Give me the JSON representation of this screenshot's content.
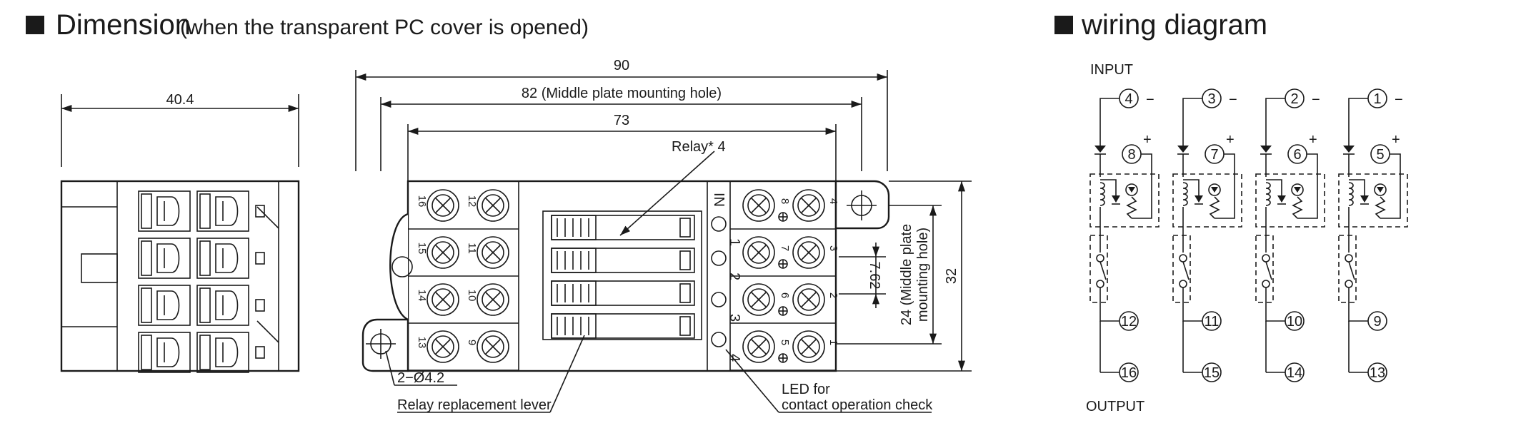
{
  "headers": {
    "dimension_title": "Dimension",
    "dimension_subtitle": "(when the transparent PC cover is opened)",
    "wiring_title": "wiring diagram"
  },
  "side_view": {
    "width_label": "40.4"
  },
  "top_view": {
    "dim_90": "90",
    "dim_82": "82 (Middle plate mounting hole)",
    "dim_73": "73",
    "relay_label": "Relay* 4",
    "in_label": "IN",
    "led_numbers": [
      "1",
      "2",
      "3",
      "4"
    ],
    "dim_pitch": "7.62",
    "dim_24_line1": "24 (Middle plate",
    "dim_24_line2": "mounting hole)",
    "dim_32": "32",
    "hole_label": "2−Ø4.2",
    "lever_label": "Relay replacement lever",
    "led_note_line1": "LED for",
    "led_note_line2": "contact operation check",
    "left_terminal_numbers": [
      [
        "16",
        "12"
      ],
      [
        "15",
        "11"
      ],
      [
        "14",
        "10"
      ],
      [
        "13",
        "9"
      ]
    ],
    "right_terminal_numbers": [
      [
        "8",
        "4"
      ],
      [
        "7",
        "3"
      ],
      [
        "6",
        "2"
      ],
      [
        "5",
        "1"
      ]
    ]
  },
  "wiring": {
    "input_label": "INPUT",
    "output_label": "OUTPUT",
    "minus_sign": "−",
    "plus_sign": "+",
    "channels": [
      {
        "input_terminal": "4",
        "supply_terminal": "8",
        "com_terminal": "12",
        "out_terminal": "16"
      },
      {
        "input_terminal": "3",
        "supply_terminal": "7",
        "com_terminal": "11",
        "out_terminal": "15"
      },
      {
        "input_terminal": "2",
        "supply_terminal": "6",
        "com_terminal": "10",
        "out_terminal": "14"
      },
      {
        "input_terminal": "1",
        "supply_terminal": "5",
        "com_terminal": "9",
        "out_terminal": "13"
      }
    ]
  }
}
